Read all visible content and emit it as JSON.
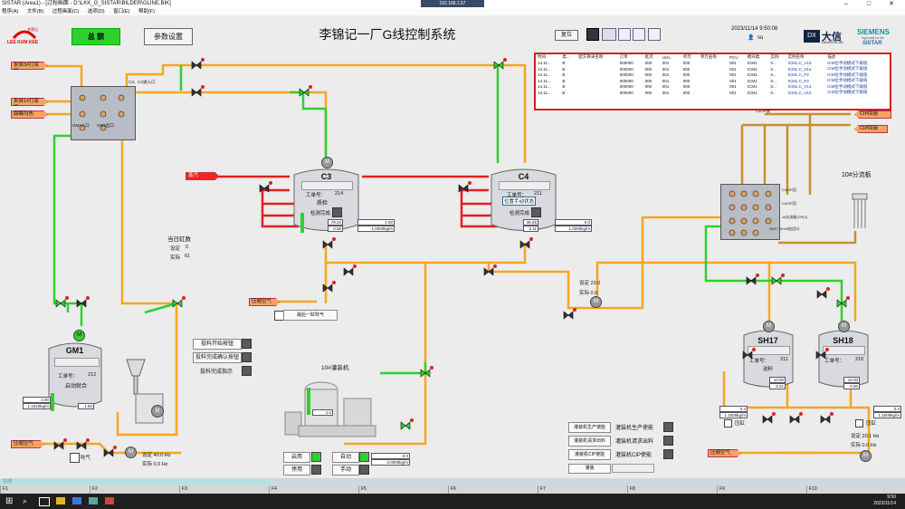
{
  "window": {
    "title": "SISTAR (Area1) - [过程画面 - D:\\LKK_G_SISTAR\\BILDER\\GLINE.BIK]",
    "remote": "192.168.1.57"
  },
  "menu": [
    "程序(A)",
    "文件(B)",
    "过程画面(C)",
    "选项(D)",
    "窗口(E)",
    "帮助(F)"
  ],
  "brand": {
    "logo_top": "李锦记",
    "logo_bottom": "LEE KUM KEE",
    "partner": "大信",
    "partner_sub": "DAXIN DLSE",
    "siemens": "SIEMENS",
    "siemens_sub": "Ingenuity for life",
    "sistar": "SISTAR"
  },
  "header": {
    "overview": "总 貌",
    "settings": "参数设置",
    "title": "李锦记一厂G线控制系统",
    "reset": "复位",
    "datetime": "2023/11/14 9:50:08",
    "user": "su"
  },
  "events": {
    "columns": [
      "时间",
      "类...",
      "配方目录名称",
      "订单",
      "批次",
      "Unit...",
      "单元",
      "单元名称",
      "PCU",
      "模块类",
      "实例",
      "实例名称",
      "描述"
    ],
    "rows": [
      [
        "14.11...",
        "B",
        "",
        "000000",
        "000",
        "001",
        "000",
        "",
        "001",
        "ICM1",
        "0...",
        "ICM1.C_V10",
        "ICM位手动模式下裁值"
      ],
      [
        "14.11...",
        "B",
        "",
        "000000",
        "000",
        "001",
        "000",
        "",
        "001",
        "ICM1",
        "0...",
        "ICM1.C_V14",
        "ICM位手动模式下裁值"
      ],
      [
        "14.11...",
        "B",
        "",
        "000000",
        "000",
        "001",
        "000",
        "",
        "001",
        "ICM1",
        "0...",
        "ICM1.C_P2",
        "ICM位手动模式下裁值"
      ],
      [
        "14.11...",
        "B",
        "",
        "000000",
        "000",
        "001",
        "000",
        "",
        "001",
        "ICM1",
        "0...",
        "ICM1.C_P2",
        "ICM位手动模式下裁值"
      ],
      [
        "14.11...",
        "B",
        "",
        "000000",
        "000",
        "001",
        "000",
        "",
        "001",
        "ICM1",
        "0...",
        "ICM1.C_V14",
        "ICM位手动模式下裁值"
      ],
      [
        "14.11...",
        "B",
        "",
        "000000",
        "000",
        "001",
        "000",
        "",
        "001",
        "ICM1",
        "0...",
        "ICM1.C_V10",
        "ICM位手动模式下裁值"
      ]
    ]
  },
  "tags": {
    "from_3rd": "来自3#打浆机",
    "from_1st": "来自1#打浆机",
    "pressure": "腐酶司热",
    "steam": "蒸汽",
    "air1": "压缩空气",
    "air2": "压缩空气",
    "air3": "压缩空气",
    "air4": "压缩空气",
    "cip_return": "CIP回液",
    "cip_supply": "CIP回液"
  },
  "manifold": {
    "c3_in": "C3、C4进入口",
    "gm1_in": "GM1入口",
    "gm1_out": "GM1出口"
  },
  "tanks": {
    "c3": {
      "name": "C3",
      "work_label": "工单号：",
      "work_no": "214",
      "status": "质检",
      "level_label": "检测完成",
      "v1": "79.22",
      "v2": "0.58",
      "v3": "1.00",
      "v4": "1.0000kg/m"
    },
    "c4": {
      "name": "C4",
      "work_label": "工单号：",
      "work_no": "211",
      "status": "位置手动状态",
      "level_label": "检测完成",
      "v1": "36.65",
      "v2": "0.11",
      "v3": "0.0",
      "v4": "1.0000kg/m"
    },
    "gm1": {
      "name": "GM1",
      "work_label": "工单号：",
      "work_no": "212",
      "status": "启动就合",
      "v1": "1.00",
      "v2": "1.1610kg/m",
      "v3": "1.50"
    },
    "sh17": {
      "name": "SH17",
      "work_label": "工单号：",
      "work_no": "211",
      "status": "送料",
      "v1": "0.4",
      "v2": "1.1500kg/m",
      "v3": "10.00",
      "v4": "0.21"
    },
    "sh18": {
      "name": "SH18",
      "work_label": "工单号：",
      "work_no": "210",
      "status": "",
      "v1": "0.4",
      "v2": "1.1500kg/m",
      "v3": "10.00",
      "v4": "0.00"
    }
  },
  "counts": {
    "title": "当日缸数",
    "set_label": "设定",
    "set": "0",
    "actual_label": "实际",
    "actual": "61"
  },
  "mixer": {
    "set": "设定 23.0",
    "actual": "实际  0.0"
  },
  "gm1_pump": {
    "set": "设定 40.0  Hz",
    "actual": "实际  0.0  Hz"
  },
  "sh_pump": {
    "set": "设定 20.1  Hz",
    "actual": "实际  0.0  Hz"
  },
  "buttons": {
    "last_blow": "最后一缸吹气",
    "blow": "吹气",
    "feed_start": "投料开始按钮",
    "feed_done": "投料完成确认按钮",
    "feed_ind": "投料完成指示",
    "filler_prod": "灌装机生产使能",
    "filler_req": "灌装机请求出料",
    "filler_cip": "灌装机CIP使能",
    "filler_prod_lbl": "灌装机生产使能",
    "filler_req_lbl": "灌装机请求出料",
    "filler_cip_lbl": "灌装机CIP使能",
    "filling": "灌装",
    "press": "压缸"
  },
  "filler": {
    "title": "10#灌装机",
    "auto": "自动",
    "manual": "手动",
    "run": "启用",
    "stop": "停用",
    "v1": "1.0",
    "v2": "0.0",
    "v3": "0.0000kg/m"
  },
  "cip": {
    "label": "10#分流板",
    "c3_top": "C4CIP液",
    "out1": "C4CIP回",
    "out2": "C4CIP回",
    "out3": "1#分流板CIP(2)",
    "out4": "SH17-SH18缸回口"
  },
  "status_text": "在线",
  "fn_keys": [
    "F1",
    "F2",
    "F3",
    "F4",
    "F5",
    "F6",
    "F7",
    "F8",
    "F9",
    "F10"
  ],
  "clock": {
    "time": "9:50",
    "date": "2023/11/14"
  },
  "colors": {
    "orange_pipe": "#f5a623",
    "green_pipe": "#2ed12e",
    "red_pipe": "#e02020",
    "cip_pipe": "#c8902a"
  }
}
